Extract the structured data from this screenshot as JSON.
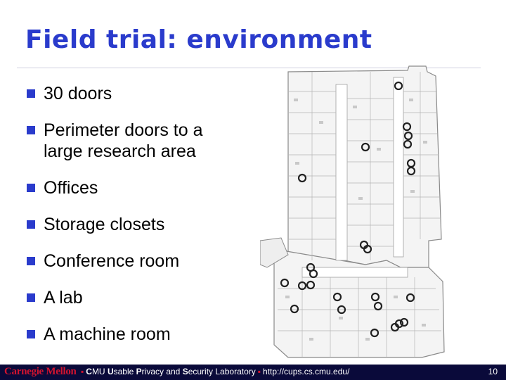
{
  "title": "Field trial: environment",
  "bullets": [
    "30 doors",
    "Perimeter doors to a\nlarge research area",
    "Offices",
    "Storage closets",
    "Conference room",
    "A lab",
    "A machine room"
  ],
  "footer": {
    "logo": "Carnegie Mellon",
    "lab_name_parts": [
      "C",
      "MU ",
      "U",
      "sable ",
      "P",
      "rivacy and ",
      "S",
      "ecurity Laboratory"
    ],
    "url": "http://cups.cs.cmu.edu/",
    "page_number": "10"
  },
  "colors": {
    "title": "#2a3bcc",
    "bullet": "#2a3bcc",
    "footer_bg": "#0a0a3a",
    "footer_accent": "#d2132f"
  }
}
